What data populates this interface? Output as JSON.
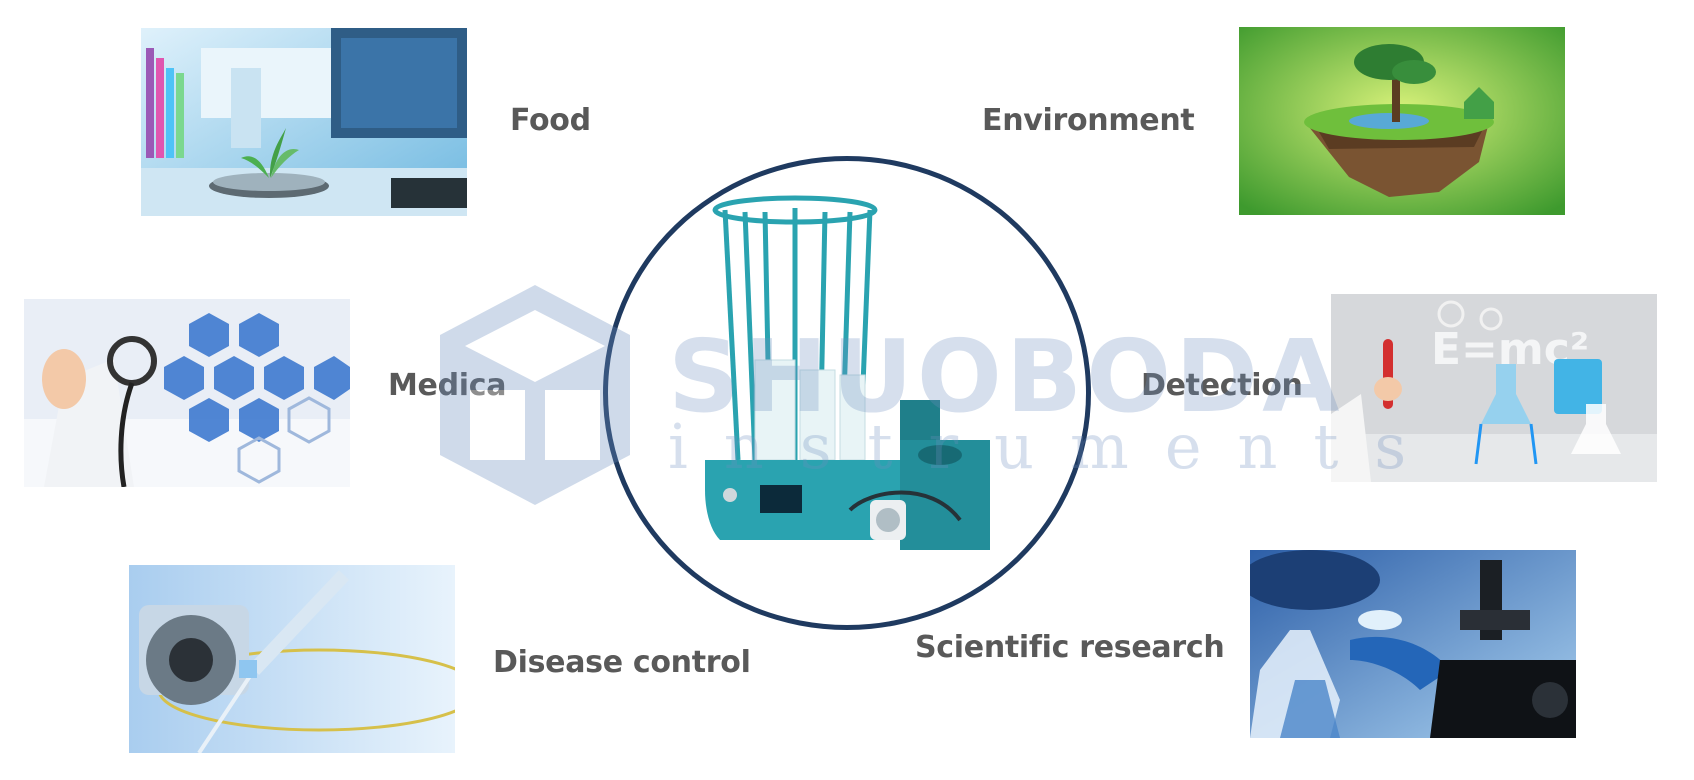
{
  "categories": {
    "food": "Food",
    "environment": "Environment",
    "medica": "Medica",
    "detection": "Detection",
    "disease_control": "Disease control",
    "scientific_research": "Scientific research"
  },
  "watermark": {
    "brand": "SHUOBODA",
    "tagline": "instruments"
  },
  "colors": {
    "circle_border": "#1f3a60",
    "label_text": "#595959",
    "device_teal": "#2aa3b0",
    "watermark": "#6e8fbf"
  }
}
